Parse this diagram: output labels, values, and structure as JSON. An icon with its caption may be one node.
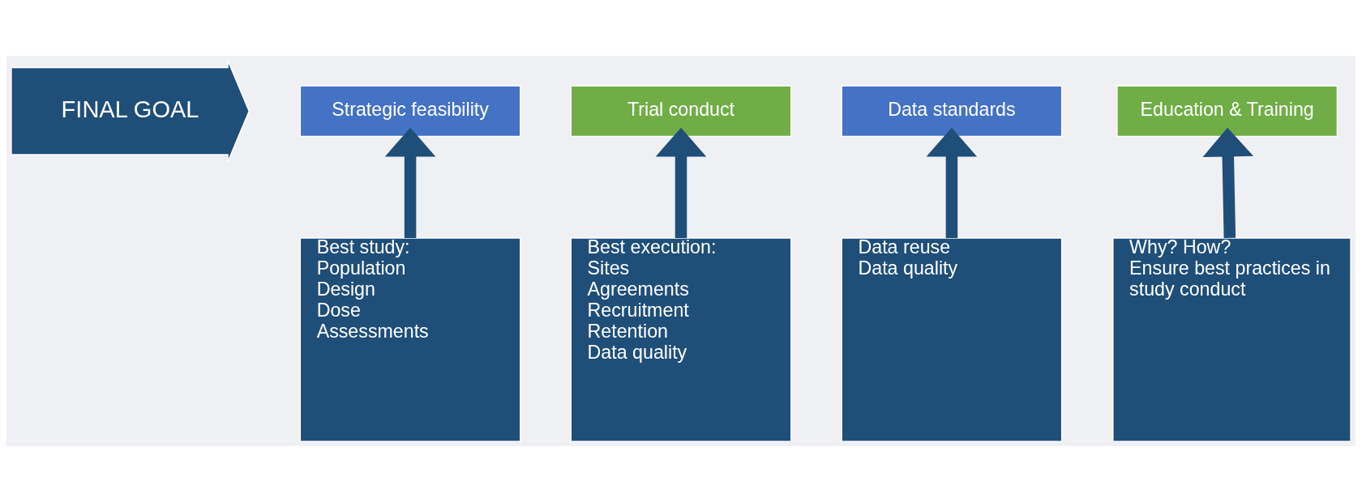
{
  "diagram": {
    "nodes": [
      {
        "text": [
          "FINAL GOAL"
        ]
      },
      {
        "text": [
          "Strategic feasibility"
        ]
      },
      {
        "text": [
          "Trial conduct"
        ]
      },
      {
        "text": [
          "Data standards"
        ]
      },
      {
        "text": [
          "Education & Training"
        ]
      },
      {
        "text": [
          "Best study:",
          "Population",
          "Design",
          "Dose",
          "Assessments"
        ]
      },
      {
        "text": [
          "Best execution:",
          "Sites",
          "Agreements",
          "Recruitment",
          "Retention",
          "Data quality"
        ]
      },
      {
        "text": [
          "Data reuse",
          "Data quality"
        ]
      },
      {
        "text": [
          "Why? How?",
          "Ensure best practices in study conduct"
        ]
      }
    ],
    "edges": [
      {
        "from": 5,
        "to": 1,
        "arrow": "to"
      },
      {
        "from": 6,
        "to": 2,
        "arrow": "to"
      },
      {
        "from": 7,
        "to": 3,
        "arrow": "to"
      },
      {
        "from": 8,
        "to": 4,
        "arrow": "to"
      }
    ]
  }
}
